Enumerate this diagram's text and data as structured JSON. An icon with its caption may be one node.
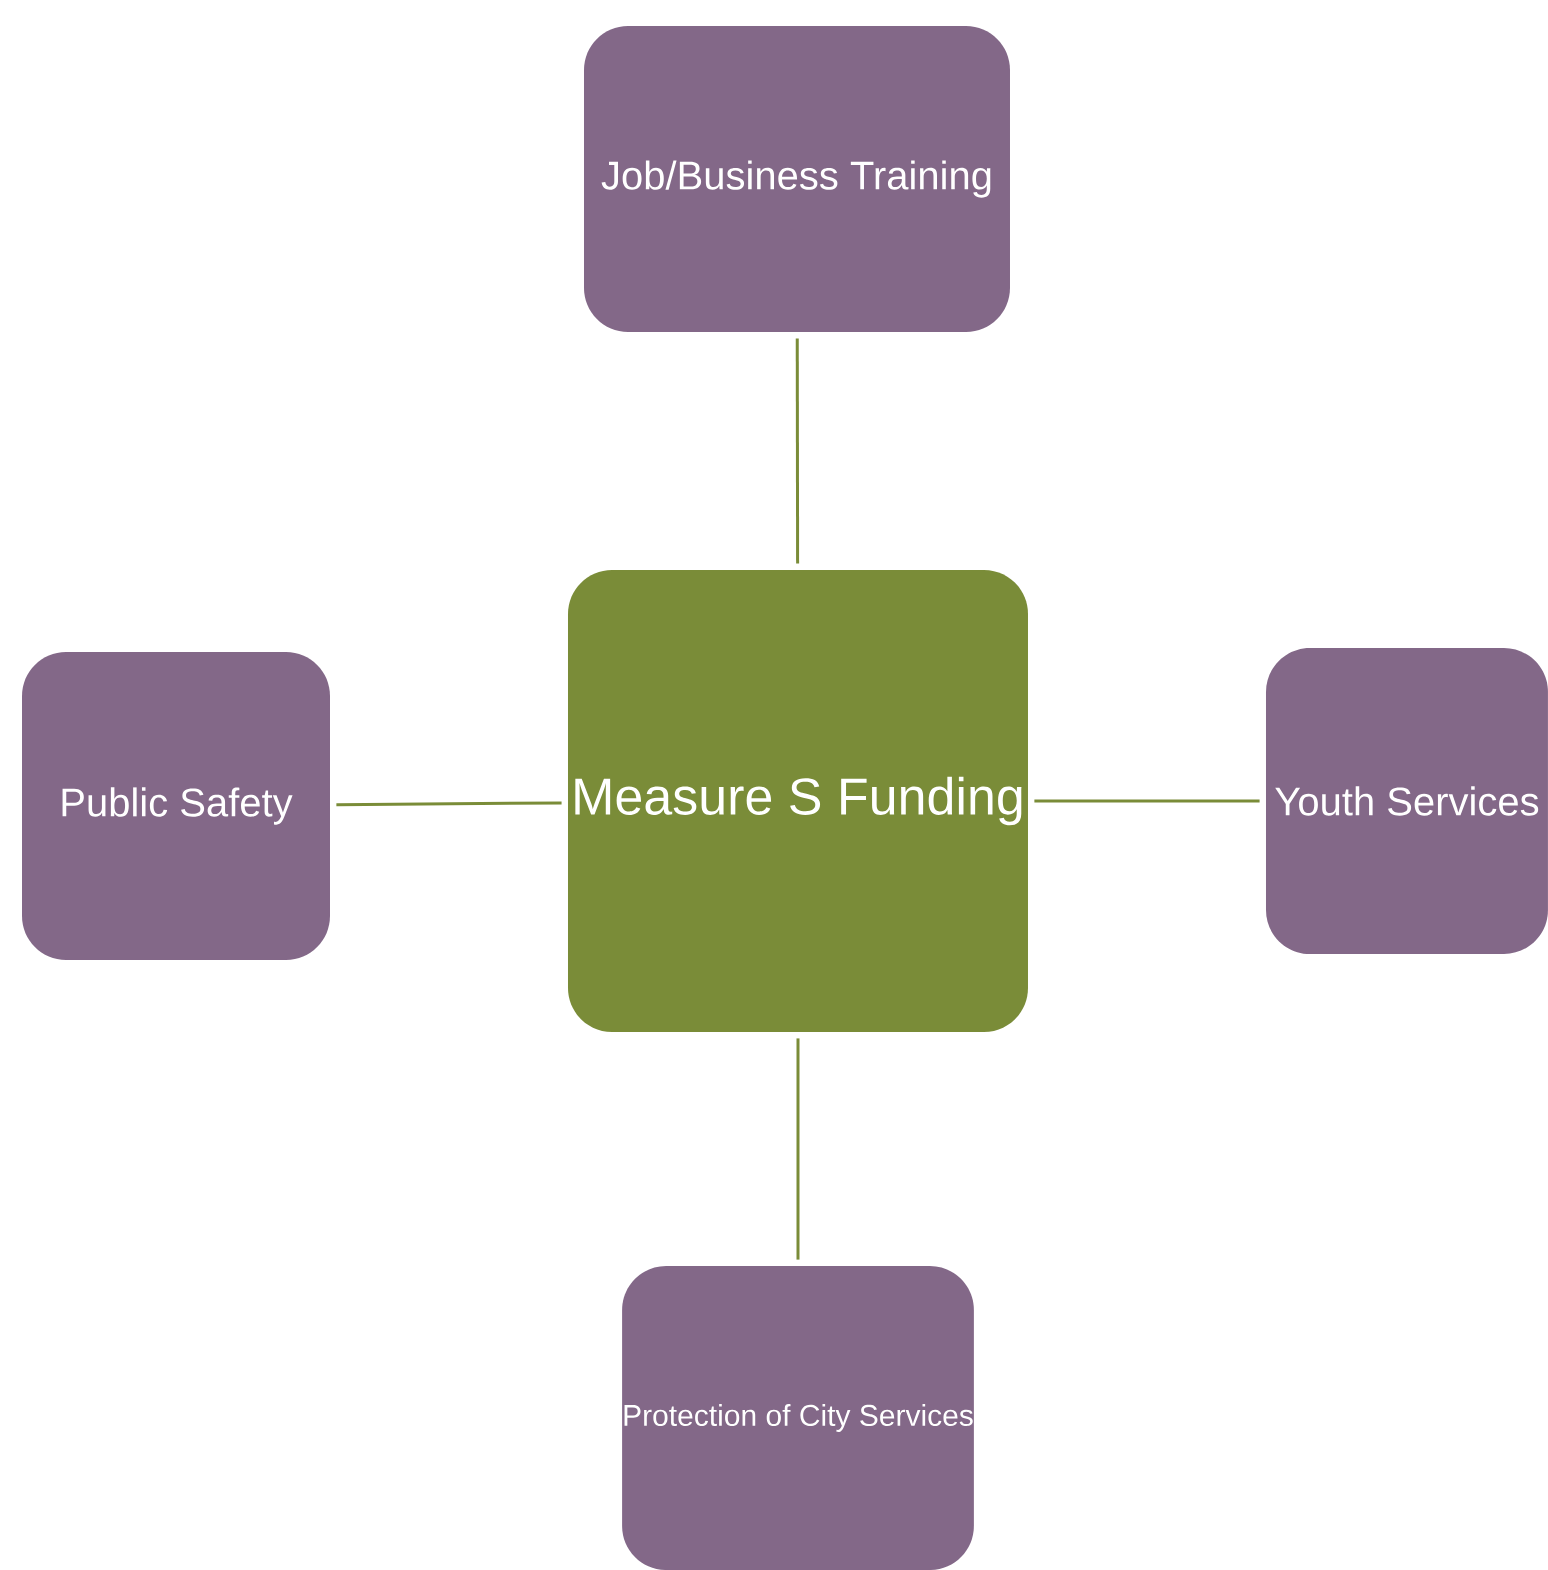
{
  "diagram": {
    "nodes": [
      {
        "text": [
          "Job/Business Training"
        ]
      },
      {
        "text": [
          "Public Safety"
        ]
      },
      {
        "text": [
          "Measure S Funding"
        ]
      },
      {
        "text": [
          "Youth Services"
        ]
      },
      {
        "text": [
          "Protection of City Services"
        ]
      }
    ],
    "edges": [
      {
        "from": 2,
        "to": 0,
        "arrow": "none"
      },
      {
        "from": 2,
        "to": 1,
        "arrow": "none"
      },
      {
        "from": 2,
        "to": 3,
        "arrow": "none"
      },
      {
        "from": 2,
        "to": 4,
        "arrow": "none"
      }
    ]
  }
}
